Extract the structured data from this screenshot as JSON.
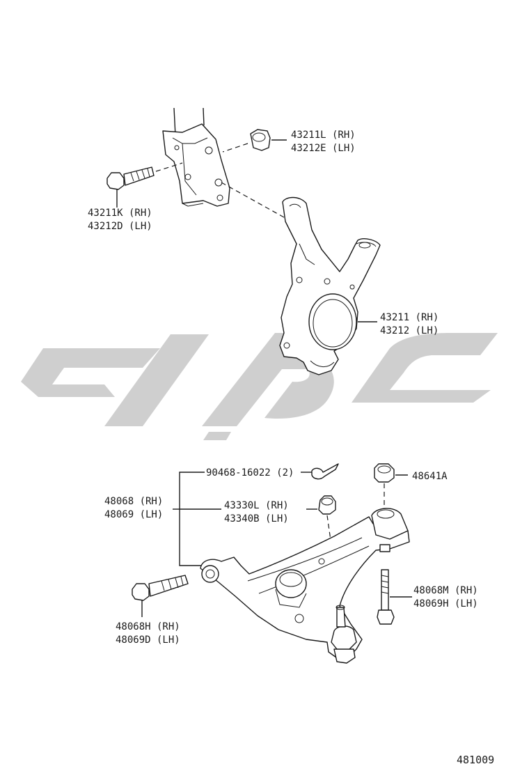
{
  "callouts": {
    "nut_upper_rh": "43211L (RH)",
    "nut_upper_lh": "43212E (LH)",
    "bolt_upper_rh": "43211K (RH)",
    "bolt_upper_lh": "43212D (LH)",
    "knuckle_rh": "43211 (RH)",
    "knuckle_lh": "43212 (LH)",
    "pin": "90468-16022 (2)",
    "nut_48641": "48641A",
    "arm_rh": "48068 (RH)",
    "arm_lh": "48069 (LH)",
    "nut_ball_rh": "43330L (RH)",
    "nut_ball_lh": "43340B (LH)",
    "bolt_rear_rh": "48068M (RH)",
    "bolt_rear_lh": "48069H (LH)",
    "bolt_front_rh": "48068H (RH)",
    "bolt_front_lh": "48069D (LH)"
  },
  "diagram_code": "481009",
  "icons": {
    "watermark": "watermark-logo",
    "strut": "strut-icon",
    "knuckle": "steering-knuckle-icon",
    "lower_arm": "lower-control-arm-icon"
  }
}
